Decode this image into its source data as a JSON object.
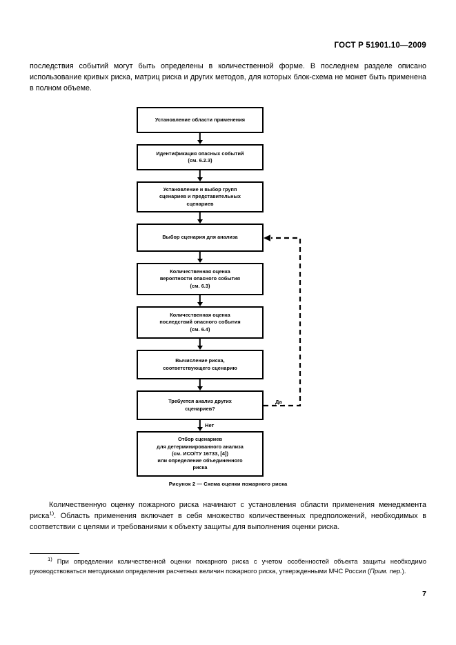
{
  "document": {
    "standard_header": "ГОСТ Р 51901.10—2009",
    "page_number": "7"
  },
  "paragraphs": {
    "top": "последствия событий могут быть определены в количественной форме. В последнем разделе описано использование кривых риска, матриц риска и других методов, для которых блок-схема не может быть применена в полном объеме.",
    "bottom_part1": "Количественную оценку пожарного риска начинают с установления области применения менеджмента риска",
    "bottom_footnote_marker": "1)",
    "bottom_part2": ". Область применения включает в себя множество количественных предположений, необходимых в соответствии с целями и требованиями к объекту защиты для выполнения оценки риска."
  },
  "footnote": {
    "marker": "1)",
    "text_part1": " При определении количественной оценки пожарного риска с учетом особенностей объекта защиты необходимо руководствоваться методиками определения расчетных величин пожарного риска, утвержденными МЧС России (",
    "italic": "Прим. пер.",
    "text_part2": ")."
  },
  "figure": {
    "caption": "Рисунок 2 — Схема оценки пожарного риска",
    "nodes": [
      {
        "id": "scope",
        "lines": [
          "Установление области применения"
        ]
      },
      {
        "id": "hazard-identification",
        "lines": [
          "Идентификация опасных событий",
          "(см. 6.2.3)"
        ]
      },
      {
        "id": "scenario-groups",
        "lines": [
          "Установление и выбор групп",
          "сценариев и представительных",
          "сценариев"
        ]
      },
      {
        "id": "scenario-selection",
        "lines": [
          "Выбор сценария для анализа"
        ]
      },
      {
        "id": "probability-estimation",
        "lines": [
          "Количественная оценка",
          "вероятности опасного события",
          "(см. 6.3)"
        ]
      },
      {
        "id": "consequence-estimation",
        "lines": [
          "Количественная оценка",
          "последствий опасного события",
          "(см. 6.4)"
        ]
      },
      {
        "id": "risk-calculation",
        "lines": [
          "Вычисление риска,",
          "соответствующего сценарию"
        ]
      },
      {
        "id": "decision-more-scenarios",
        "lines": [
          "Требуется анализ других",
          "сценариев?"
        ]
      },
      {
        "id": "scenario-selection-final",
        "lines": [
          "Отбор сценариев",
          "для детерминированного анализа",
          "(см. ИСО/ТУ 16733, [4])",
          "или определение объединенного",
          "риска"
        ]
      }
    ],
    "branch_labels": {
      "yes": "Да",
      "no": "Нет"
    }
  },
  "colors": {
    "ink": "#000000",
    "paper": "#ffffff"
  }
}
